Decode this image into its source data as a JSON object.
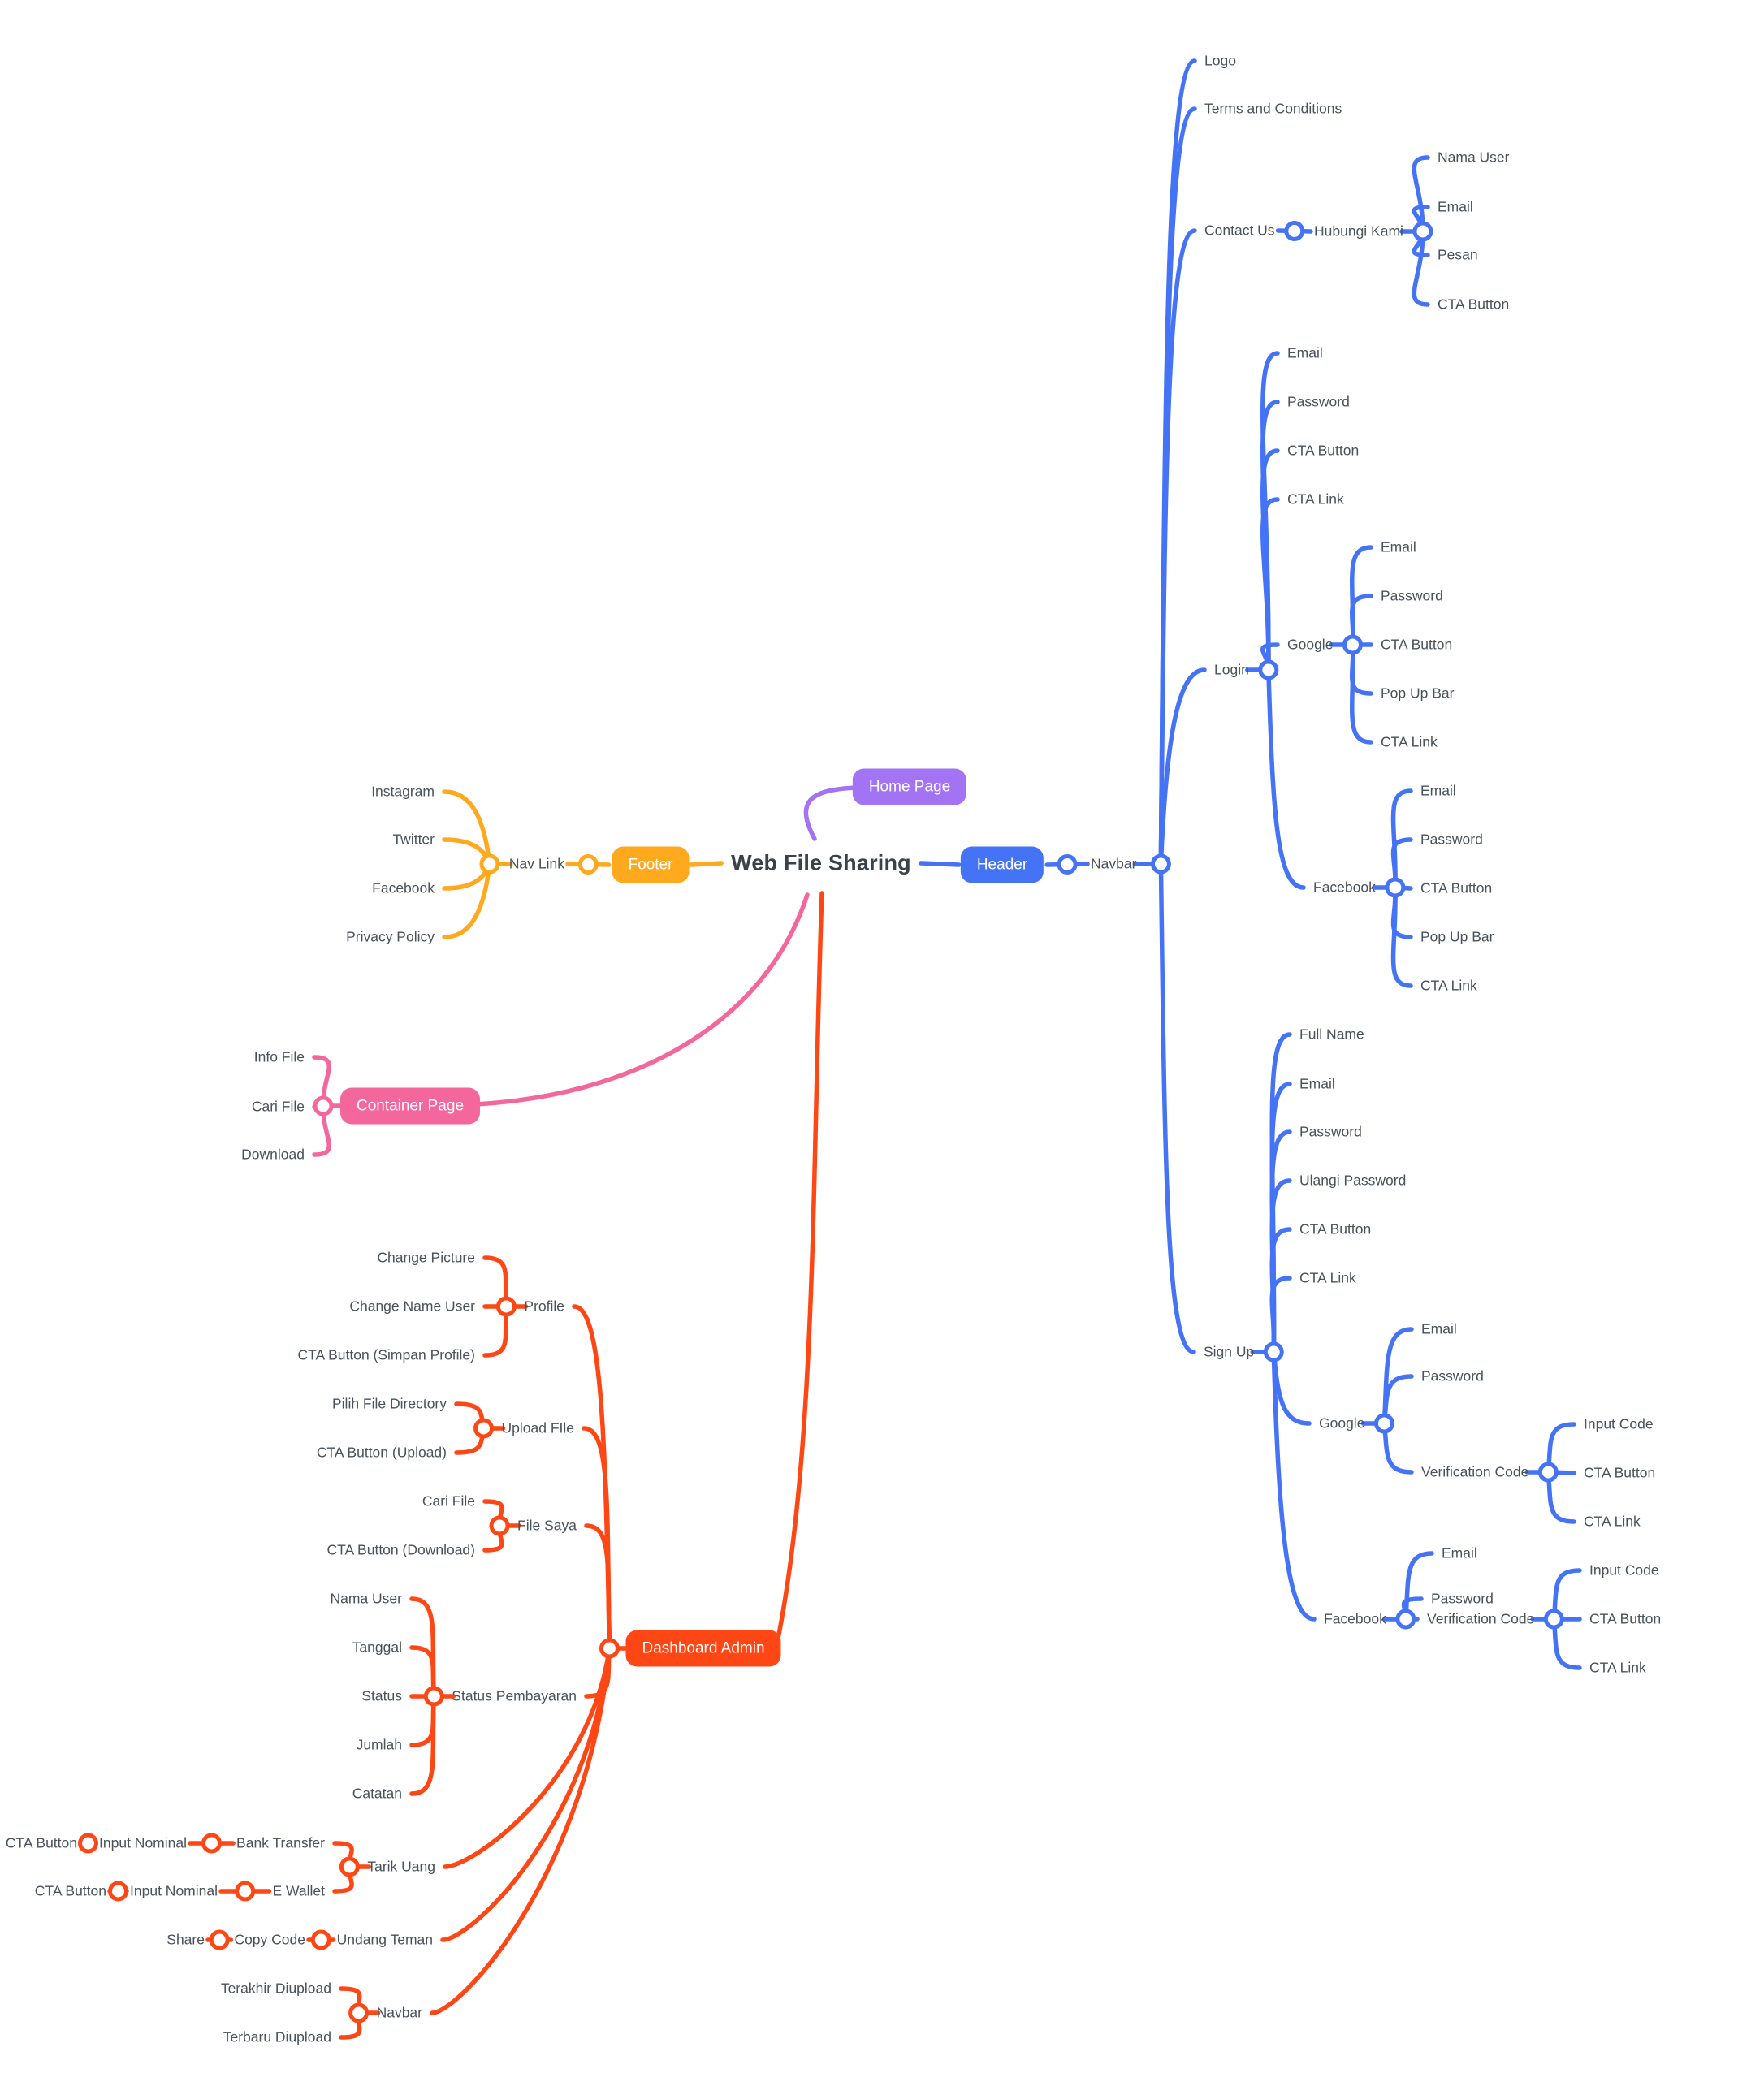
{
  "root": {
    "label": "Web File Sharing"
  },
  "home": {
    "label": "Home Page"
  },
  "header": {
    "label": "Header",
    "navbar": "Navbar",
    "items": [
      "Logo",
      "Terms and Conditions"
    ],
    "contact": {
      "label": "Contact Us",
      "hubungi": {
        "label": "Hubungi Kami",
        "items": [
          "Nama User",
          "Email",
          "Pesan",
          "CTA Button"
        ]
      }
    },
    "login": {
      "label": "Login",
      "items": [
        "Email",
        "Password",
        "CTA Button",
        "CTA Link"
      ],
      "google": {
        "label": "Google",
        "items": [
          "Email",
          "Password",
          "CTA Button",
          "Pop Up Bar",
          "CTA Link"
        ]
      },
      "facebook": {
        "label": "Facebook",
        "items": [
          "Email",
          "Password",
          "CTA Button",
          "Pop Up Bar",
          "CTA Link"
        ]
      }
    },
    "signup": {
      "label": "Sign Up",
      "items": [
        "Full Name",
        "Email",
        "Password",
        "Ulangi Password",
        "CTA Button",
        "CTA Link"
      ],
      "google": {
        "label": "Google",
        "items": [
          "Email",
          "Password"
        ],
        "verification": {
          "label": "Verification Code",
          "items": [
            "Input Code",
            "CTA Button",
            "CTA Link"
          ]
        }
      },
      "facebook": {
        "label": "Facebook",
        "items": [
          "Email",
          "Password"
        ],
        "verification": {
          "label": "Verification Code",
          "items": [
            "Input Code",
            "CTA Button",
            "CTA Link"
          ]
        }
      }
    }
  },
  "footer": {
    "label": "Footer",
    "nav_link": "Nav Link",
    "items": [
      "Instagram",
      "Twitter",
      "Facebook",
      "Privacy Policy"
    ]
  },
  "container": {
    "label": "Container Page",
    "items": [
      "Info File",
      "Cari File",
      "Download"
    ]
  },
  "dashboard": {
    "label": "Dashboard Admin",
    "profile": {
      "label": "Profile",
      "items": [
        "Change Picture",
        "Change Name User",
        "CTA Button (Simpan Profile)"
      ]
    },
    "upload": {
      "label": "Upload FIle",
      "items": [
        "Pilih File Directory",
        "CTA Button (Upload)"
      ]
    },
    "file_saya": {
      "label": "File Saya",
      "items": [
        "Cari File",
        "CTA Button (Download)"
      ]
    },
    "status": {
      "label": "Status Pembayaran",
      "items": [
        "Nama User",
        "Tanggal",
        "Status",
        "Jumlah",
        "Catatan"
      ]
    },
    "tarik": {
      "label": "Tarik Uang",
      "bank": {
        "label": "Bank Transfer",
        "chain": [
          "Input Nominal",
          "CTA Button"
        ]
      },
      "ewallet": {
        "label": "E Wallet",
        "chain": [
          "Input Nominal",
          "CTA Button"
        ]
      }
    },
    "undang": {
      "label": "Undang Teman",
      "chain": [
        "Copy Code",
        "Share"
      ]
    },
    "navbar": {
      "label": "Navbar",
      "items": [
        "Terakhir Diupload",
        "Terbaru Diupload"
      ]
    }
  },
  "colors": {
    "blue": "#4573F5",
    "purple": "#A273F2",
    "orange": "#FFA91E",
    "pink": "#F4679D",
    "red": "#FF4716",
    "text": "#4A525A",
    "title": "#3A4148"
  }
}
